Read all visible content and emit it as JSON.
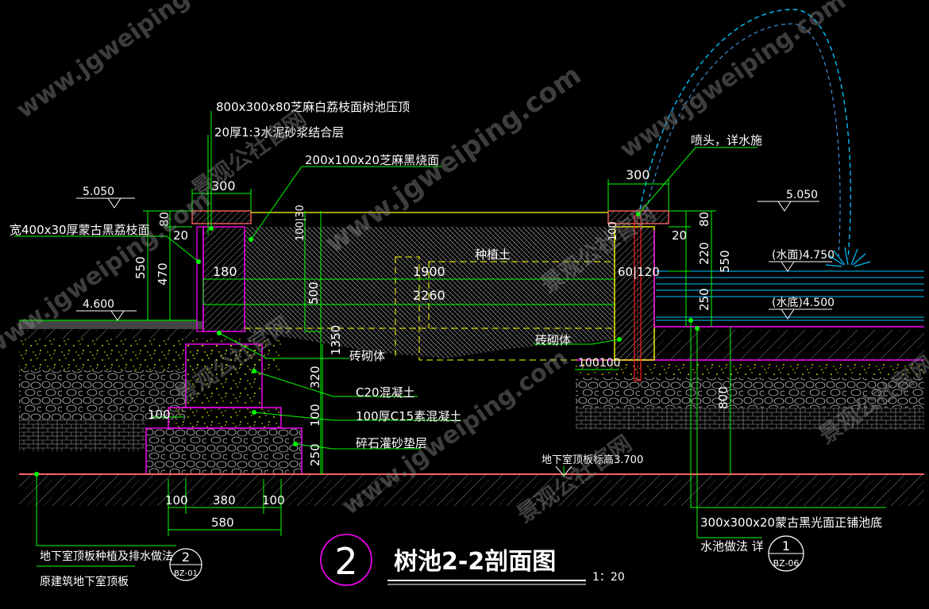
{
  "drawing": {
    "title": "树池2-2剖面图",
    "scale": "1：20",
    "section_number": "2",
    "colors": {
      "background": "#000000",
      "leader": "#00ff00",
      "dimension": "#00ff00",
      "text": "#ffffff",
      "outline": "#ffffff",
      "brick": "#ff00ff",
      "concrete_speckle": "#ffff00",
      "water": "#00bfff",
      "hidden": "#ffff00",
      "pipe": "#ff0000"
    },
    "labels": {
      "cap_spec": "800x300x80芝麻白荔枝面树池压顶",
      "mortar_spec": "20厚1:3水泥砂浆结合层",
      "face_spec": "200x100x20芝麻黑烧面",
      "border_spec": "宽400x30厚蒙古黑荔枝面",
      "nozzle_note": "喷头，详水施",
      "soil": "种植土",
      "brick_left": "砖砌体",
      "brick_right": "砖砌体",
      "concrete_c20": "C20混凝土",
      "concrete_c15": "100厚C15素混凝土",
      "gravel": "碎石灌砂垫层",
      "roof_elev": "地下室顶板标高3.700",
      "pool_floor": "300x300x20蒙古黑光面正铺池底",
      "pool_ref_text": "水池做法 详",
      "roof_planting": "地下室顶板种植及排水做法",
      "roof_original": "原建筑地下室顶板",
      "water_surface": "(水面)4.750",
      "water_bottom": "(水底)4.500"
    },
    "elevations": {
      "left_top": "5.050",
      "right_top": "5.050",
      "left_ground": "4.600"
    },
    "dimensions": {
      "d300_left": "300",
      "d300_right": "300",
      "d80_left": "80",
      "d80_right": "80",
      "d20_left": "20",
      "d20_right": "20",
      "d550_left": "550",
      "d550_right": "550",
      "d470": "470",
      "d180": "180",
      "d100_30": "100|30",
      "d1900": "1900",
      "d2260": "2260",
      "d500": "500",
      "d1350": "1350",
      "d320": "320",
      "d100_v": "100",
      "d250_left": "250",
      "d100_h": "100",
      "d100_post": "100",
      "d60_120": "60|120",
      "d220": "220",
      "d250_right": "250",
      "d800": "800",
      "d100100": "100100",
      "d100_a": "100",
      "d380": "380",
      "d100_b": "100",
      "d580": "580"
    },
    "refs": {
      "left_num": "2",
      "left_sheet": "BZ-01",
      "right_num": "1",
      "right_sheet": "BZ-06"
    },
    "watermarks": {
      "site": "www.jgweiping.com",
      "cn": "景观公社官网"
    }
  }
}
